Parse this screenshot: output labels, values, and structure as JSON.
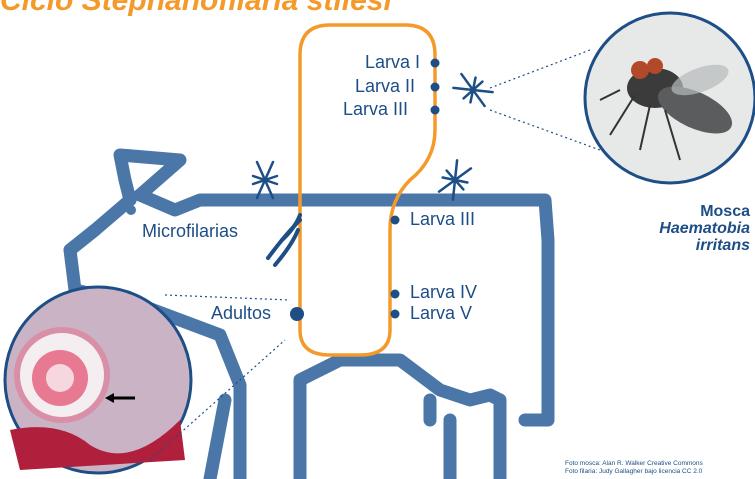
{
  "title": "Ciclo Stephanofilaria stilesi",
  "labels": {
    "larva_1": "Larva I",
    "larva_2": "Larva II",
    "larva_3_fly": "Larva III",
    "larva_3_host": "Larva III",
    "larva_4": "Larva IV",
    "larva_5": "Larva V",
    "microfilarias": "Microfilarias",
    "adultos": "Adultos"
  },
  "fly": {
    "name": "Mosca",
    "species_line1": "Haematobia",
    "species_line2": "irritans"
  },
  "credits": {
    "line1": "Foto mosca: Alan R. Walker Creative Commons",
    "line2": "Foto filaria: Judy Gallagher bajo licencia CC 2.0"
  },
  "colors": {
    "cow_outline": "#4a76a8",
    "cycle_path": "#f39a2b",
    "label_text": "#1d4e86",
    "title": "#f39a2b"
  },
  "icons": [
    "fly-icon",
    "worm-icon",
    "dot-marker"
  ]
}
